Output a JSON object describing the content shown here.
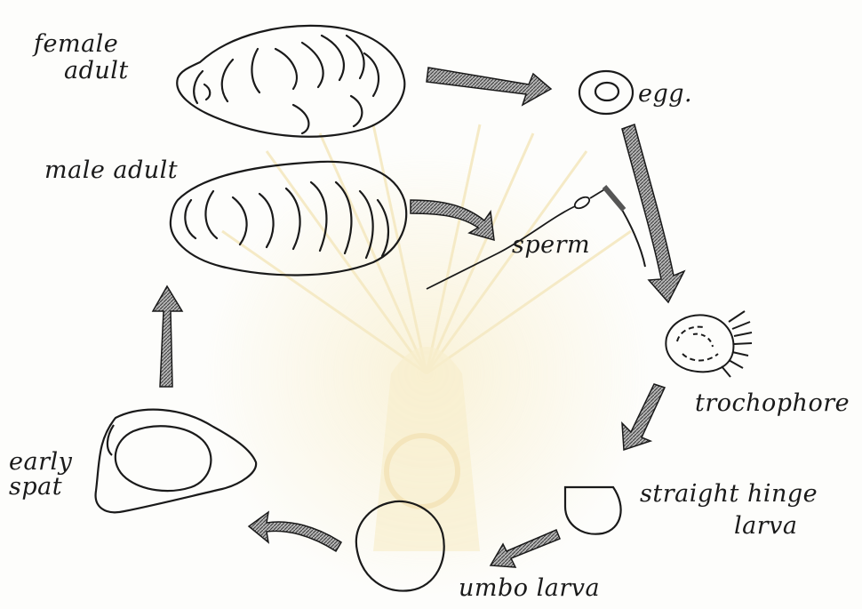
{
  "labels": {
    "female_line1": "female",
    "female_line2": "adult",
    "male": "male adult",
    "egg": "egg.",
    "sperm": "sperm",
    "trochophore": "trochophore",
    "hinge_line1": "straight hinge",
    "hinge_line2": "larva",
    "umbo": "umbo larva",
    "spat_line1": "early",
    "spat_line2": "spat"
  },
  "colors": {
    "ink": "#1a1a1a",
    "arrow_fill": "#8a8a8a",
    "watermark": "#f3e2a8"
  },
  "icons": {
    "watermark": "university-emblem-watermark"
  }
}
